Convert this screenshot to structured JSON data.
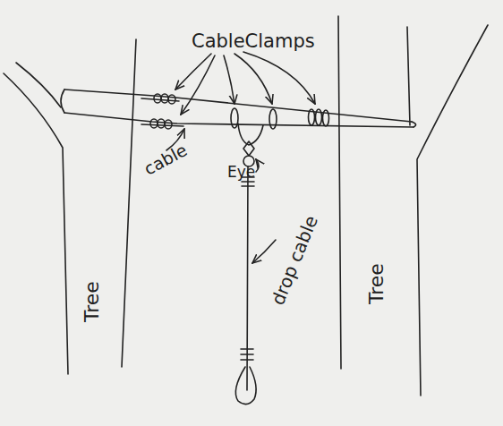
{
  "diagram": {
    "labels": [
      "CableClamps",
      "cable",
      "Eye",
      "drop cable",
      "Tree",
      "Tree"
    ]
  }
}
